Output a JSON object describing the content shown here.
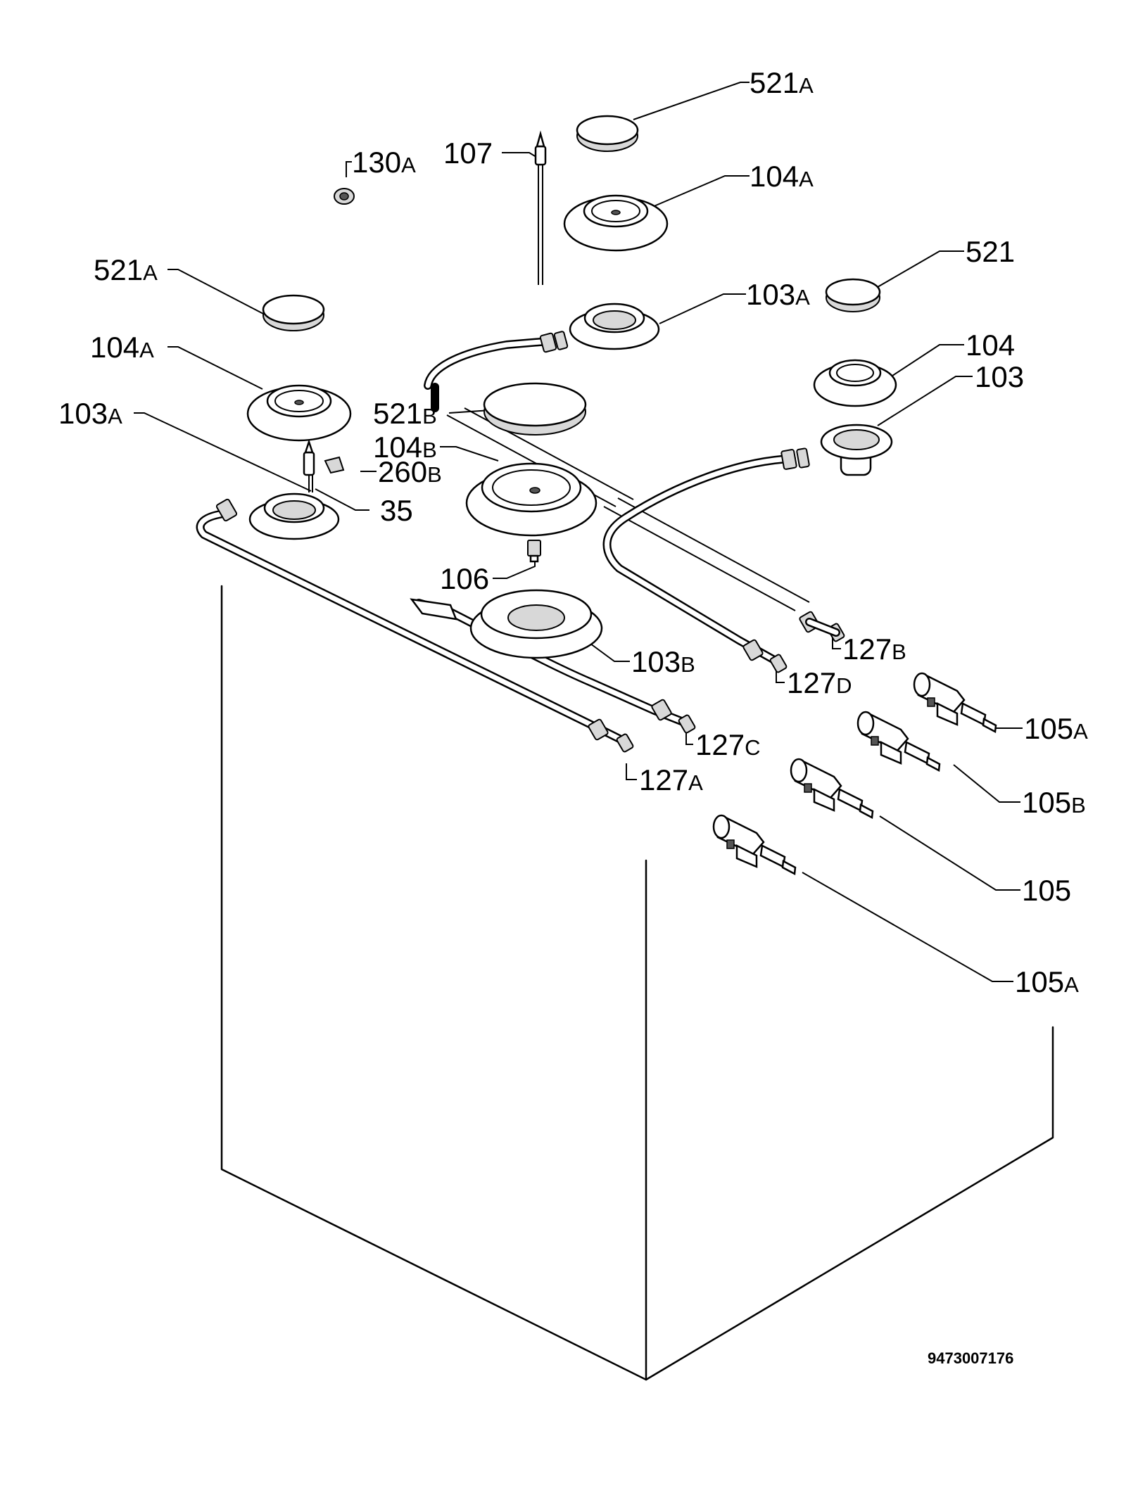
{
  "document_number": "9473007176",
  "labels": [
    {
      "id": "521a-top",
      "main": "521",
      "suffix": "A"
    },
    {
      "id": "130a",
      "main": "130",
      "suffix": "A"
    },
    {
      "id": "107",
      "main": "107",
      "suffix": ""
    },
    {
      "id": "104a-top",
      "main": "104",
      "suffix": "A"
    },
    {
      "id": "521a-left",
      "main": "521",
      "suffix": "A"
    },
    {
      "id": "521",
      "main": "521",
      "suffix": ""
    },
    {
      "id": "103a-top",
      "main": "103",
      "suffix": "A"
    },
    {
      "id": "104a-left",
      "main": "104",
      "suffix": "A"
    },
    {
      "id": "104",
      "main": "104",
      "suffix": ""
    },
    {
      "id": "103",
      "main": "103",
      "suffix": ""
    },
    {
      "id": "103a-left",
      "main": "103",
      "suffix": "A"
    },
    {
      "id": "521b",
      "main": "521",
      "suffix": "B"
    },
    {
      "id": "104b",
      "main": "104",
      "suffix": "B"
    },
    {
      "id": "260b",
      "main": "260",
      "suffix": "B"
    },
    {
      "id": "35",
      "main": "35",
      "suffix": ""
    },
    {
      "id": "106",
      "main": "106",
      "suffix": ""
    },
    {
      "id": "127b",
      "main": "127",
      "suffix": "B"
    },
    {
      "id": "103b",
      "main": "103",
      "suffix": "B"
    },
    {
      "id": "127d",
      "main": "127",
      "suffix": "D"
    },
    {
      "id": "105a-right",
      "main": "105",
      "suffix": "A"
    },
    {
      "id": "127c",
      "main": "127",
      "suffix": "C"
    },
    {
      "id": "127a",
      "main": "127",
      "suffix": "A"
    },
    {
      "id": "105b",
      "main": "105",
      "suffix": "B"
    },
    {
      "id": "105",
      "main": "105",
      "suffix": ""
    },
    {
      "id": "105a-bottom",
      "main": "105",
      "suffix": "A"
    }
  ]
}
